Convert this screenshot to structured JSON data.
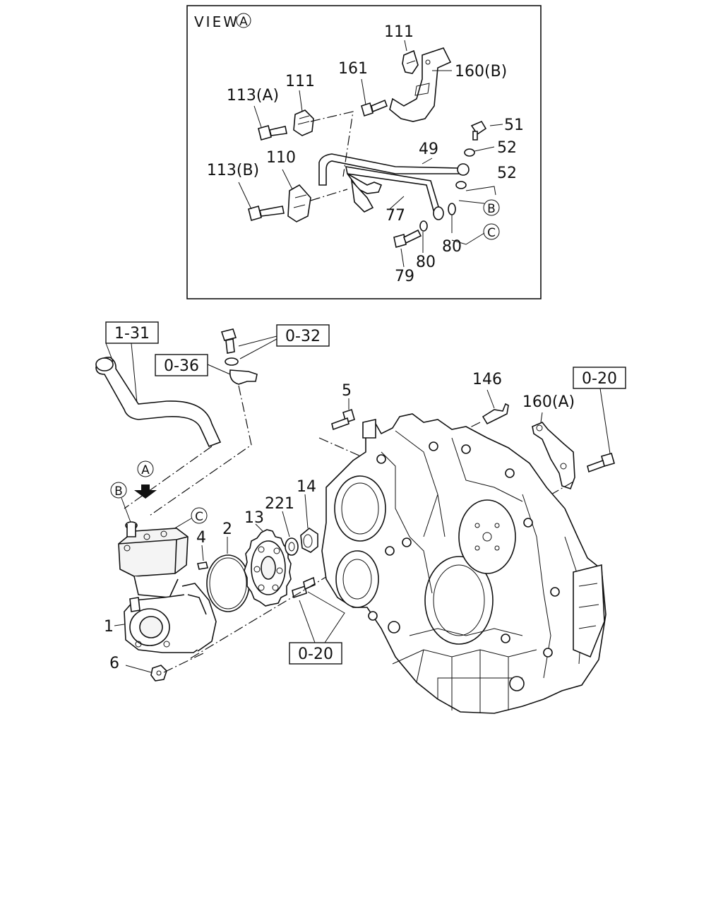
{
  "view": {
    "title": "VIEW",
    "marker": "A"
  },
  "labels": {
    "l111a": "111",
    "l160b": "160(B)",
    "l161": "161",
    "l113a": "113(A)",
    "l111b": "111",
    "l51": "51",
    "l52a": "52",
    "l49": "49",
    "l52b": "52",
    "l110": "110",
    "l113b": "113(B)",
    "l77": "77",
    "l80a": "80",
    "l80b": "80",
    "l79": "79",
    "l5": "5",
    "l146": "146",
    "l160a": "160(A)",
    "l4": "4",
    "l2": "2",
    "l13": "13",
    "l221": "221",
    "l14": "14",
    "l1": "1",
    "l6": "6"
  },
  "refs": {
    "b131": "1-31",
    "b032": "0-32",
    "b036": "0-36",
    "b020a": "0-20",
    "b020b": "0-20"
  },
  "circles": {
    "cB_view": "B",
    "cC_view": "C",
    "cA_main": "A",
    "cB_main": "B",
    "cC_main": "C"
  }
}
